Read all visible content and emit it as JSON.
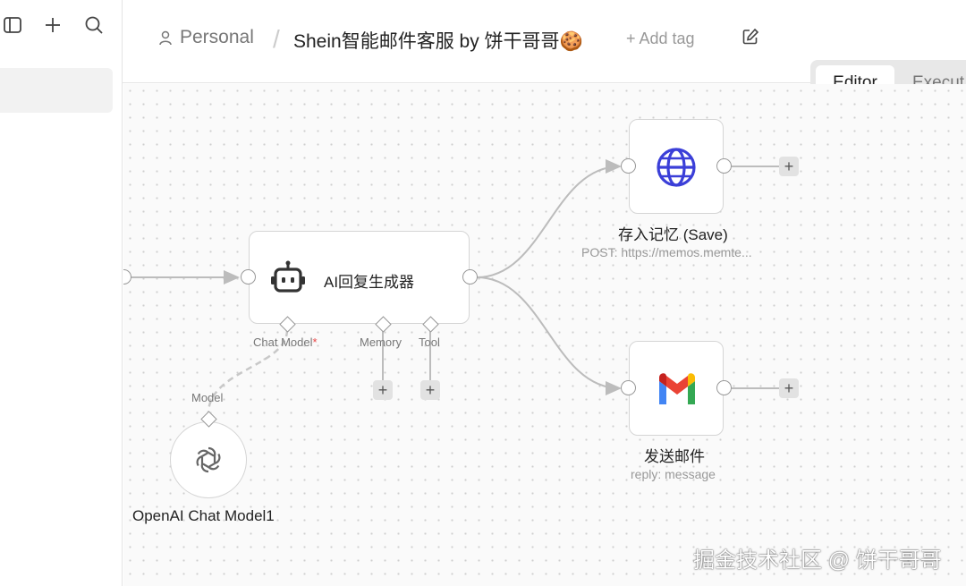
{
  "header": {
    "project": "Personal",
    "workflow_name": "Shein智能邮件客服 by 饼干哥哥🍪",
    "add_tag": "+ Add tag"
  },
  "tabs": [
    {
      "label": "Editor",
      "active": true
    },
    {
      "label": "Execut",
      "active": false
    }
  ],
  "nodes": {
    "agent": {
      "title": "AI回复生成器",
      "icon": "robot-icon"
    },
    "save": {
      "title": "存入记忆 (Save)",
      "subtitle": "POST: https://memos.memte...",
      "icon": "globe-icon"
    },
    "mail": {
      "title": "发送邮件",
      "subtitle": "reply: message",
      "icon": "gmail-icon"
    },
    "openai": {
      "title": "OpenAI Chat Model1",
      "icon": "openai-icon"
    }
  },
  "ports": {
    "chat_model": "Chat Model",
    "chat_model_required": "*",
    "memory": "Memory",
    "tool": "Tool",
    "model": "Model"
  },
  "add_node_symbol": "+",
  "watermark": "掘金技术社区 @ 饼干哥哥",
  "colors": {
    "globe": "#3b3fd8",
    "gmail_red": "#ea4335",
    "gmail_blue": "#4285f4",
    "gmail_green": "#34a853",
    "gmail_yellow": "#fbbc04",
    "required": "#e84545"
  }
}
